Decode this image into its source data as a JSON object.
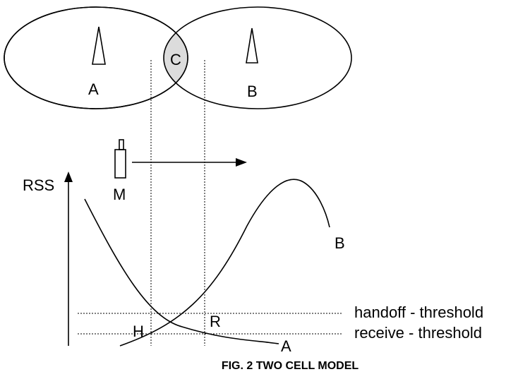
{
  "cells": {
    "a_label": "A",
    "b_label": "B",
    "overlap_label": "C"
  },
  "mobile": {
    "label": "M"
  },
  "graph": {
    "y_axis_label": "RSS",
    "curve_a_label": "A",
    "curve_b_label": "B",
    "handoff_point_label": "H",
    "receive_point_label": "R",
    "handoff_threshold_label": "handoff - threshold",
    "receive_threshold_label": "receive - threshold"
  },
  "caption": "FIG. 2 TWO CELL MODEL",
  "colors": {
    "overlap_fill": "#dcdcdc",
    "line": "#000000"
  }
}
